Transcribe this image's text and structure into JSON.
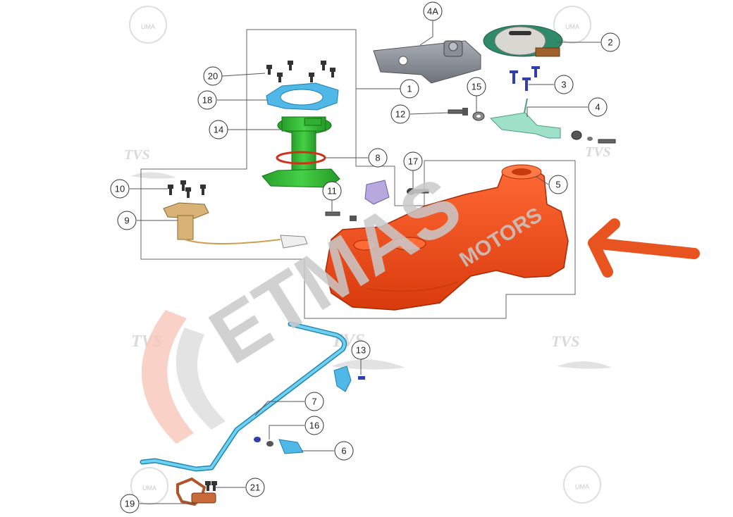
{
  "callouts": [
    {
      "id": "c-4a",
      "label": "4A"
    },
    {
      "id": "c-2",
      "label": "2"
    },
    {
      "id": "c-1",
      "label": "1"
    },
    {
      "id": "c-3",
      "label": "3"
    },
    {
      "id": "c-4",
      "label": "4"
    },
    {
      "id": "c-15",
      "label": "15"
    },
    {
      "id": "c-12",
      "label": "12"
    },
    {
      "id": "c-20",
      "label": "20"
    },
    {
      "id": "c-18",
      "label": "18"
    },
    {
      "id": "c-14",
      "label": "14"
    },
    {
      "id": "c-8",
      "label": "8"
    },
    {
      "id": "c-17",
      "label": "17"
    },
    {
      "id": "c-5",
      "label": "5"
    },
    {
      "id": "c-10",
      "label": "10"
    },
    {
      "id": "c-11",
      "label": "11"
    },
    {
      "id": "c-9",
      "label": "9"
    },
    {
      "id": "c-13",
      "label": "13"
    },
    {
      "id": "c-7",
      "label": "7"
    },
    {
      "id": "c-16",
      "label": "16"
    },
    {
      "id": "c-6",
      "label": "6"
    },
    {
      "id": "c-21",
      "label": "21"
    },
    {
      "id": "c-19",
      "label": "19"
    }
  ],
  "watermark": {
    "brand": "ETMAS",
    "brand_sub": "MOTORS",
    "tvs": "TVS",
    "uma": "UMA"
  },
  "colors": {
    "tank": "#f04a1a",
    "arrow": "#e8541f",
    "pump": "#2fb52f",
    "gasket": "#4fb8e6",
    "hose": "#3ab3df",
    "bracket_4": "#9fe0c8",
    "cap": "#2f8a6a",
    "sender": "#d8b277",
    "clip": "#b0552a"
  }
}
